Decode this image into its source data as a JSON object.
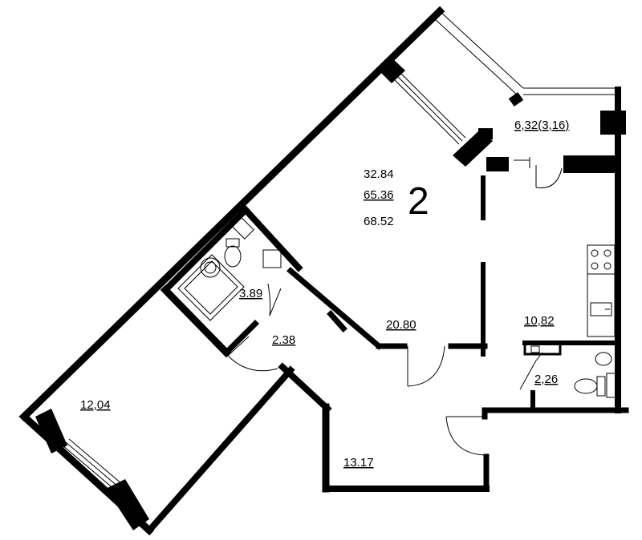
{
  "apartment": {
    "rooms_count": "2",
    "area_living": "32.84",
    "area_total": "65.36",
    "area_total_with_balcony": "68.52"
  },
  "rooms": {
    "balcony": "6,32(3,16)",
    "living_room": "20.80",
    "kitchen": "10,82",
    "bathroom": "3.89",
    "corridor": "2.38",
    "toilet": "2,26",
    "bedroom": "12,04",
    "hall": "13.17"
  }
}
